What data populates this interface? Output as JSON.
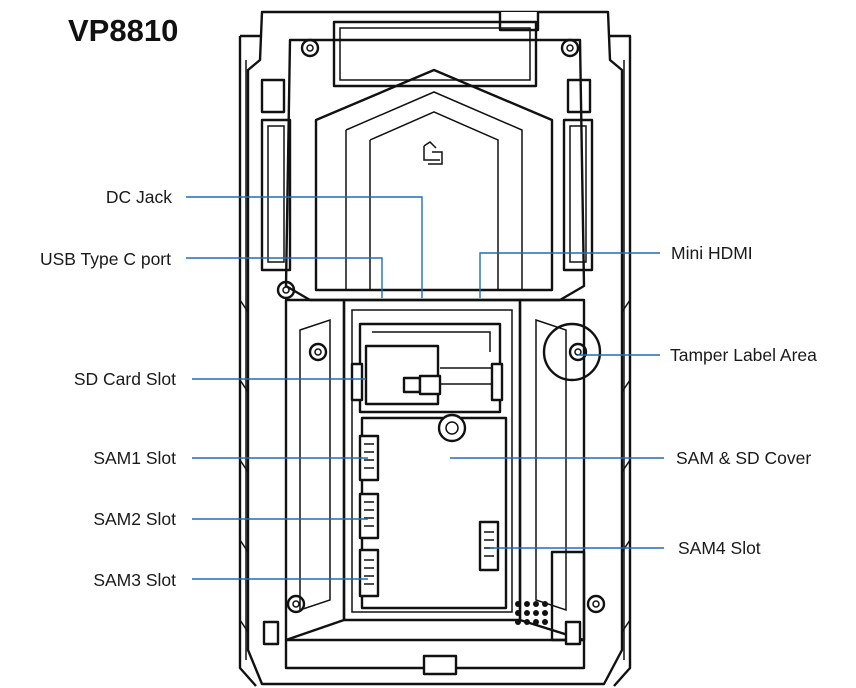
{
  "title": "VP8810",
  "labels": {
    "dc_jack": "DC Jack",
    "usb_type_c": "USB Type C port",
    "mini_hdmi": "Mini HDMI",
    "tamper_label_area": "Tamper Label Area",
    "sd_card_slot": "SD Card Slot",
    "sam_sd_cover": "SAM & SD Cover",
    "sam1_slot": "SAM1 Slot",
    "sam2_slot": "SAM2 Slot",
    "sam3_slot": "SAM3 Slot",
    "sam4_slot": "SAM4 Slot"
  },
  "colors": {
    "callout_line": "#1f6fb5",
    "device_outline": "#111111",
    "text": "#1a1a1a"
  },
  "icons": {
    "recycle": "recycle-icon"
  }
}
